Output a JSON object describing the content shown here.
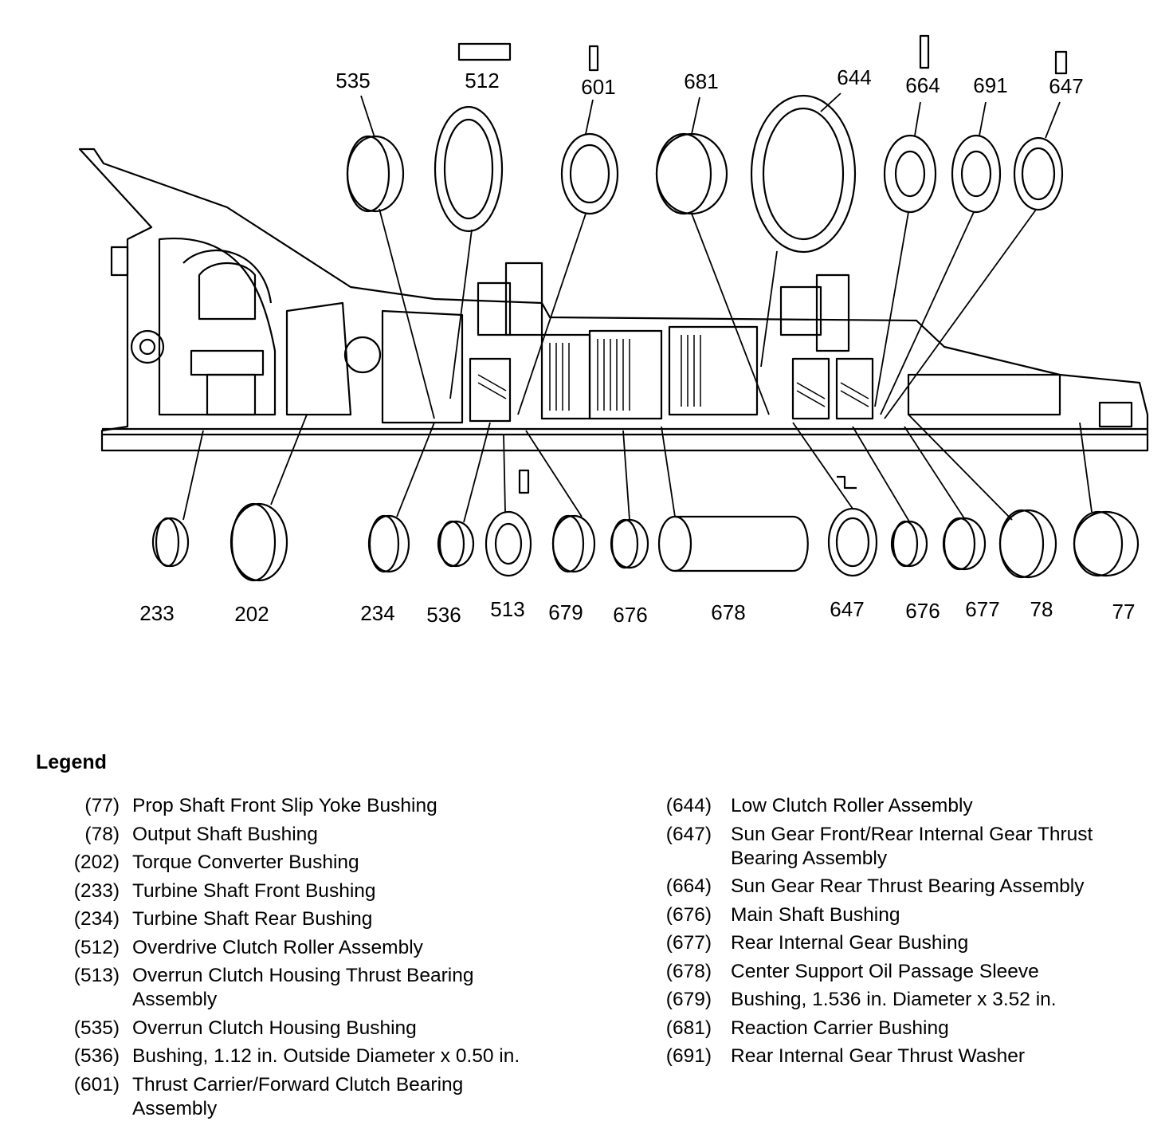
{
  "callouts": {
    "top": [
      "535",
      "512",
      "601",
      "681",
      "644",
      "664",
      "691",
      "647"
    ],
    "bottom": [
      "233",
      "202",
      "234",
      "536",
      "513",
      "679",
      "676",
      "678",
      "647",
      "676",
      "677",
      "78",
      "77"
    ]
  },
  "legend": {
    "title": "Legend",
    "left": [
      {
        "num": "(77)",
        "text": "Prop Shaft Front Slip Yoke Bushing"
      },
      {
        "num": "(78)",
        "text": "Output Shaft Bushing"
      },
      {
        "num": "(202)",
        "text": "Torque Converter Bushing"
      },
      {
        "num": "(233)",
        "text": "Turbine Shaft Front Bushing"
      },
      {
        "num": "(234)",
        "text": "Turbine Shaft Rear Bushing"
      },
      {
        "num": "(512)",
        "text": "Overdrive Clutch Roller Assembly"
      },
      {
        "num": "(513)",
        "text": "Overrun Clutch Housing Thrust Bearing Assembly"
      },
      {
        "num": "(535)",
        "text": "Overrun Clutch Housing Bushing"
      },
      {
        "num": "(536)",
        "text": "Bushing, 1.12 in. Outside Diameter x 0.50 in."
      },
      {
        "num": "(601)",
        "text": "Thrust Carrier/Forward Clutch Bearing Assembly"
      }
    ],
    "right": [
      {
        "num": "(644)",
        "text": "Low Clutch Roller Assembly"
      },
      {
        "num": "(647)",
        "text": "Sun Gear Front/Rear Internal Gear Thrust Bearing Assembly"
      },
      {
        "num": "(664)",
        "text": "Sun Gear Rear Thrust Bearing Assembly"
      },
      {
        "num": "(676)",
        "text": "Main Shaft Bushing"
      },
      {
        "num": "(677)",
        "text": "Rear Internal Gear Bushing"
      },
      {
        "num": "(678)",
        "text": "Center Support Oil Passage Sleeve"
      },
      {
        "num": "(679)",
        "text": "Bushing, 1.536 in. Diameter x 3.52 in."
      },
      {
        "num": "(681)",
        "text": "Reaction Carrier Bushing"
      },
      {
        "num": "(691)",
        "text": "Rear Internal Gear Thrust Washer"
      }
    ]
  }
}
